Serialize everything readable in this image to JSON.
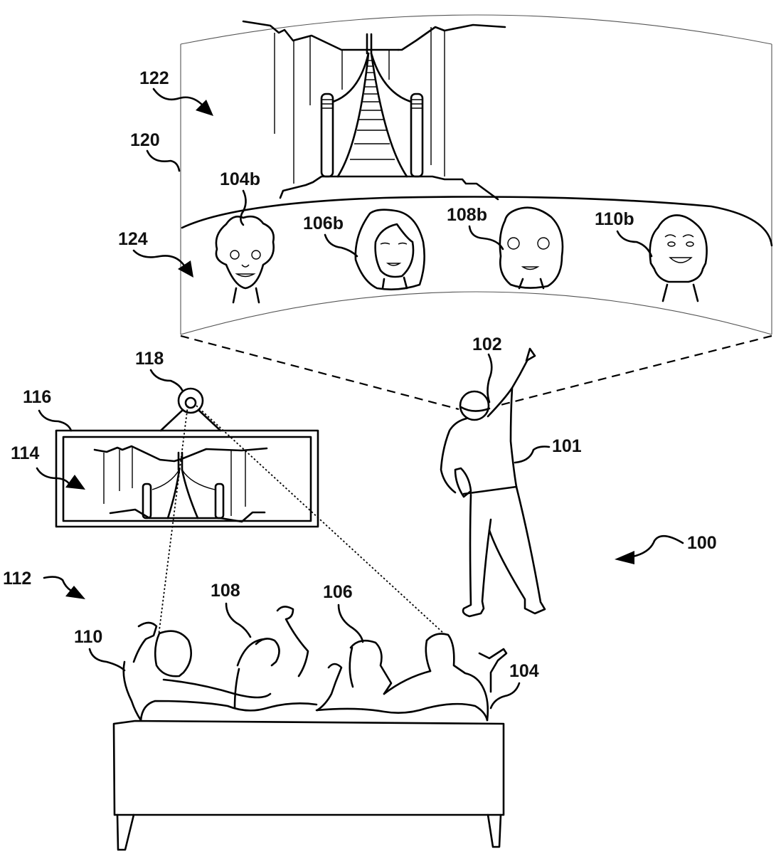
{
  "figure": {
    "type": "patent-line-drawing",
    "colors": {
      "ink": "#000000",
      "background": "#ffffff"
    },
    "labels": {
      "system": "100",
      "user": "101",
      "headset": "102",
      "person_104": "104",
      "person_106": "106",
      "person_108": "108",
      "person_110": "110",
      "spectator_group": "112",
      "tv_scene": "114",
      "display": "116",
      "camera": "118",
      "hmd_view": "120",
      "vr_scene": "122",
      "avatar_strip": "124",
      "avatar_104b": "104b",
      "avatar_106b": "106b",
      "avatar_108b": "108b",
      "avatar_110b": "110b"
    },
    "elements": [
      "curved HMD view panel showing a suspension bridge scene",
      "avatar strip with four cartoon avatars",
      "standing user wearing head-mounted display pointing upward",
      "wall-mounted display showing the same bridge scene",
      "camera mounted above the display",
      "four spectators seated on a couch viewing the display"
    ]
  }
}
